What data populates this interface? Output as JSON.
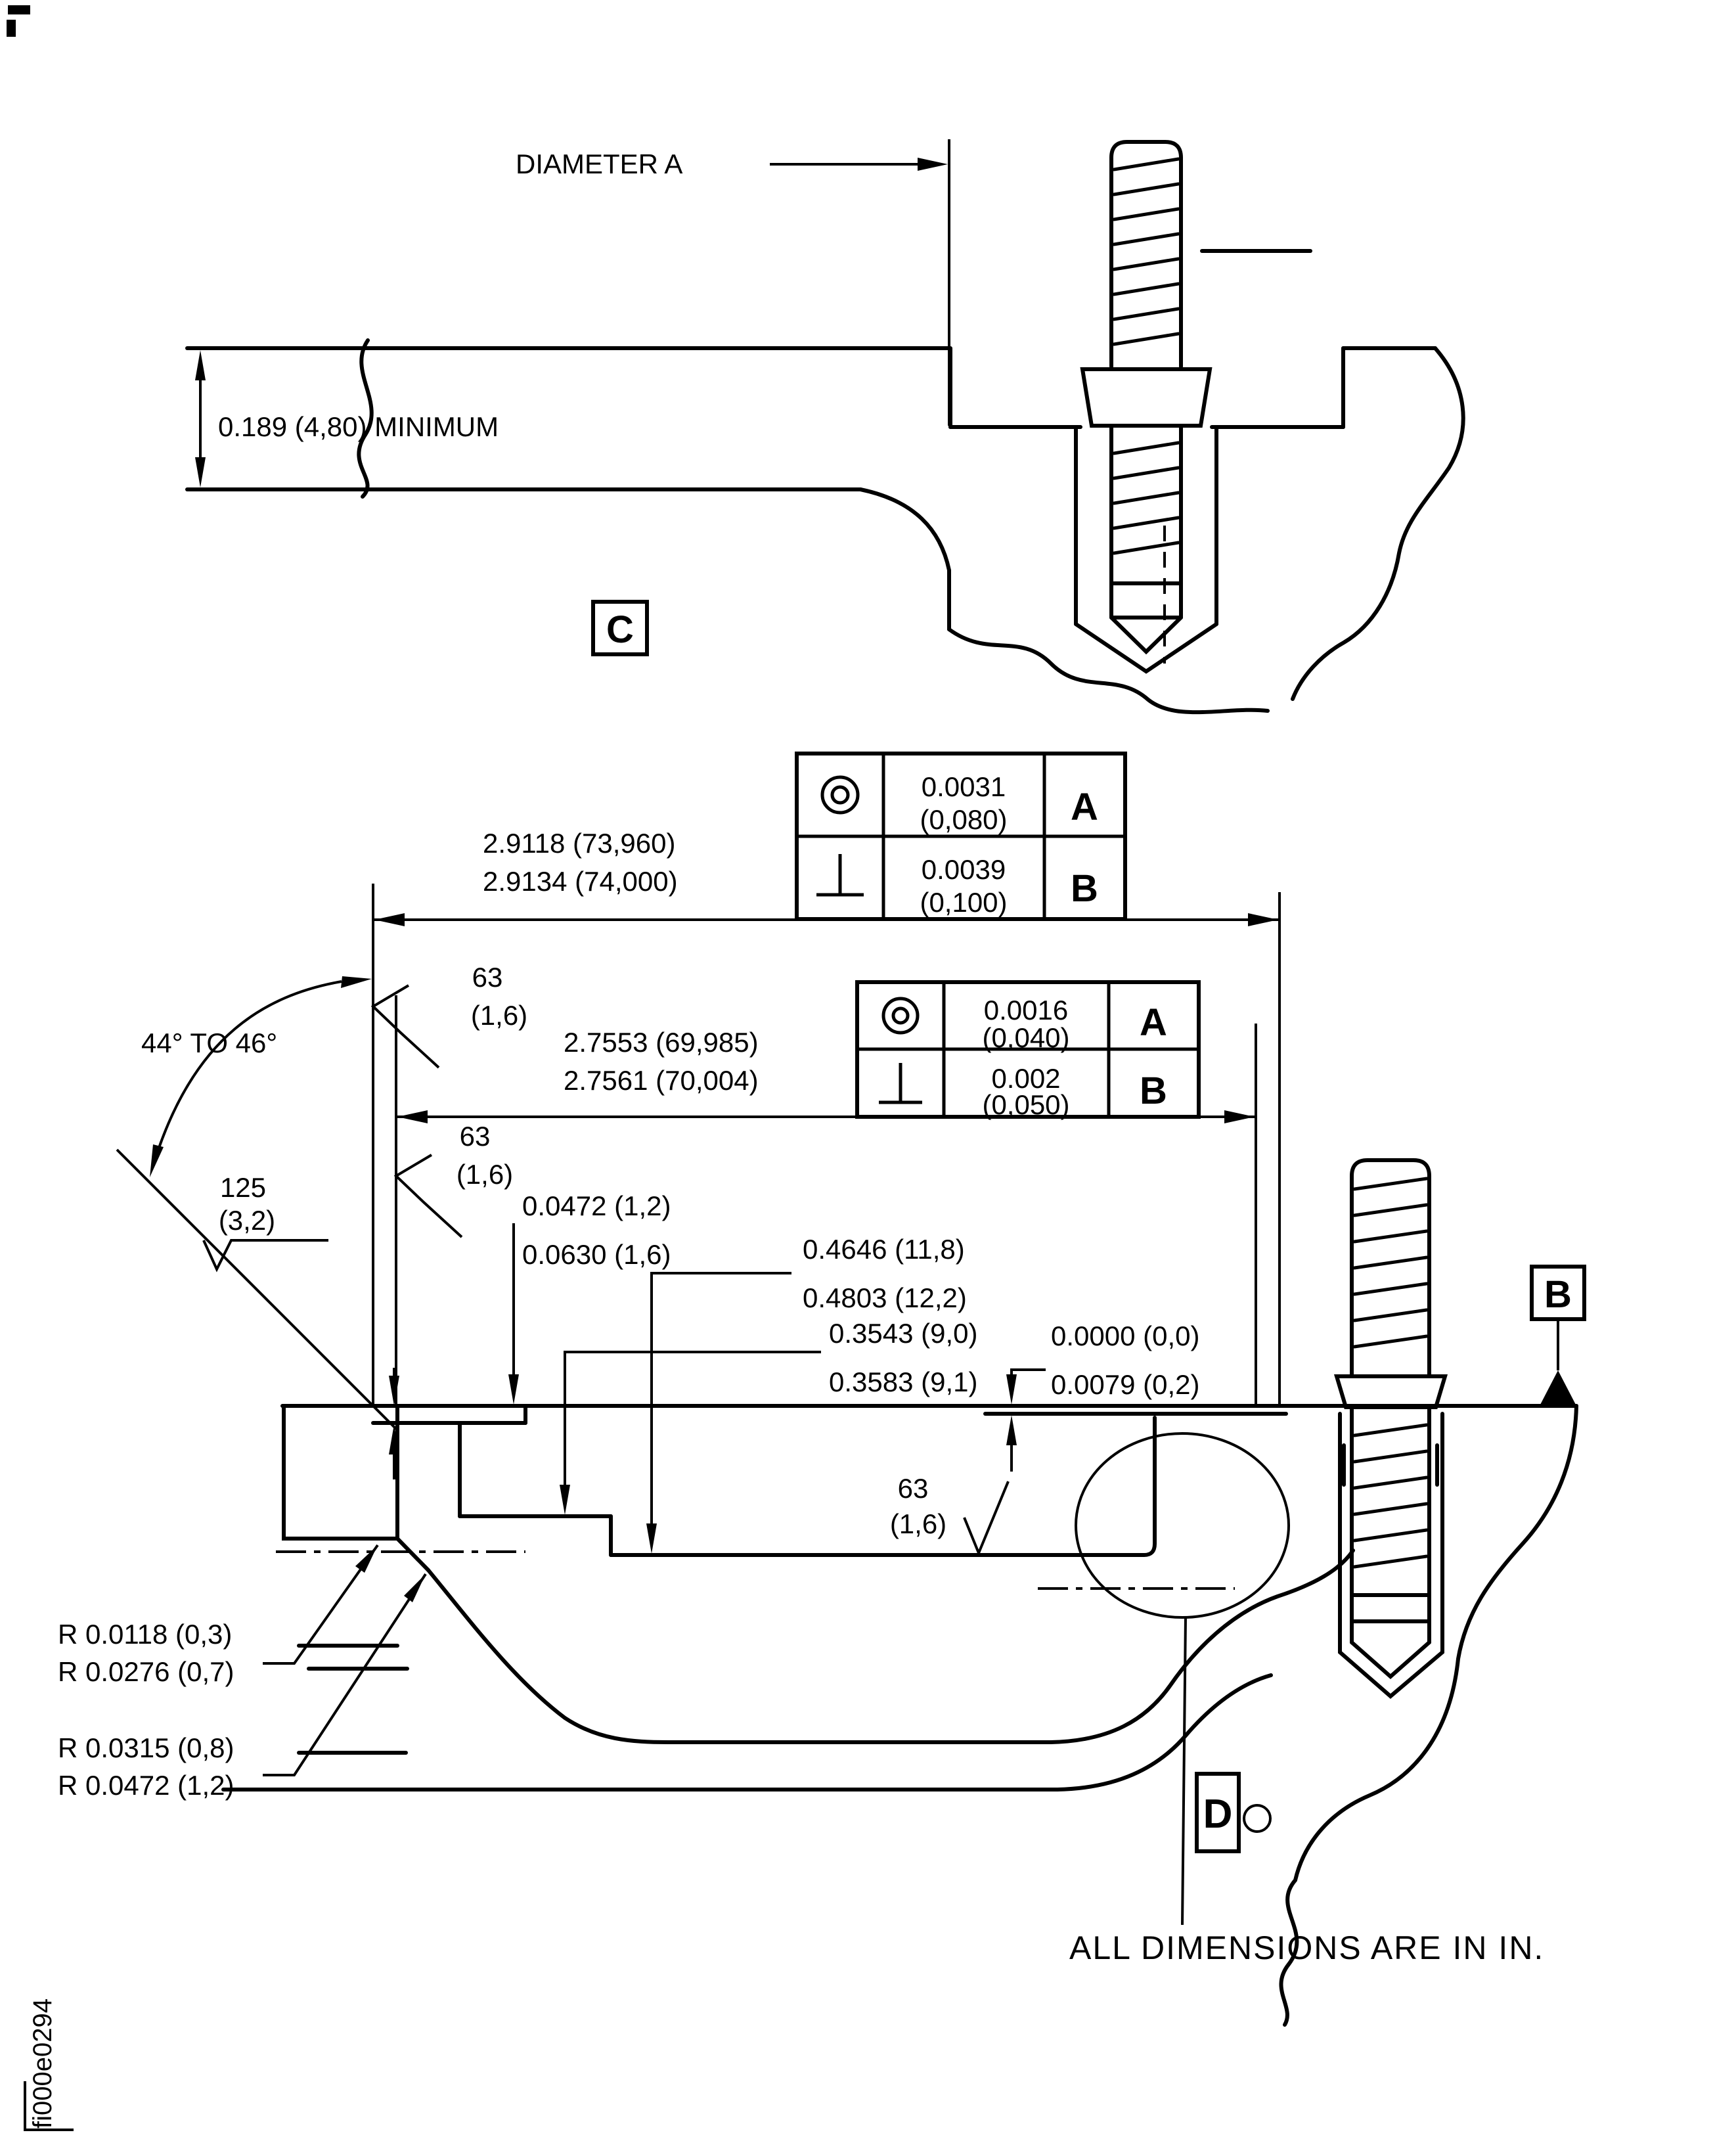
{
  "drawing": {
    "footer_note": "ALL DIMENSIONS ARE IN IN.",
    "doc_id": "fi000e0294",
    "line_color": "#000000",
    "bg_color": "#ffffff"
  },
  "view_c": {
    "label": "C",
    "diameter_callout": "DIAMETER A",
    "min_thickness": "0.189 (4,80) MINIMUM"
  },
  "datums": {
    "b": "B",
    "d": "D"
  },
  "fcf_upper": {
    "rows": [
      {
        "symbol": "concentricity",
        "value_in": "0.0031",
        "value_mm": "(0,080)",
        "datum": "A"
      },
      {
        "symbol": "perpendicularity",
        "value_in": "0.0039",
        "value_mm": "(0,100)",
        "datum": "B"
      }
    ]
  },
  "fcf_lower": {
    "rows": [
      {
        "symbol": "concentricity",
        "value_in": "0.0016",
        "value_mm": "(0,040)",
        "datum": "A"
      },
      {
        "symbol": "perpendicularity",
        "value_in": "0.002",
        "value_mm": "(0,050)",
        "datum": "B"
      }
    ]
  },
  "dimensions": {
    "od": [
      "2.9118 (73,960)",
      "2.9134 (74,000)"
    ],
    "bore": [
      "2.7553 (69,985)",
      "2.7561 (70,004)"
    ],
    "step": [
      "0.0472 (1,2)",
      "0.0630 (1,6)"
    ],
    "depth_deep": [
      "0.4646 (11,8)",
      "0.4803 (12,2)"
    ],
    "depth_shallow": [
      "0.3543 (9,0)",
      "0.3583 (9,1)"
    ],
    "face_runout": [
      "0.0000 (0,0)",
      "0.0079 (0,2)"
    ],
    "chamfer_angle": "44° TO 46°"
  },
  "surface_finish": {
    "chamfer": {
      "value": "125",
      "metric": "(3,2)"
    },
    "od": {
      "value": "63",
      "metric": "(1,6)"
    },
    "bore": {
      "value": "63",
      "metric": "(1,6)"
    },
    "ledge": {
      "value": "63",
      "metric": "(1,6)"
    }
  },
  "radii": [
    "R 0.0118 (0,3)",
    "R 0.0276 (0,7)",
    "R 0.0315 (0,8)",
    "R 0.0472 (1,2)"
  ]
}
